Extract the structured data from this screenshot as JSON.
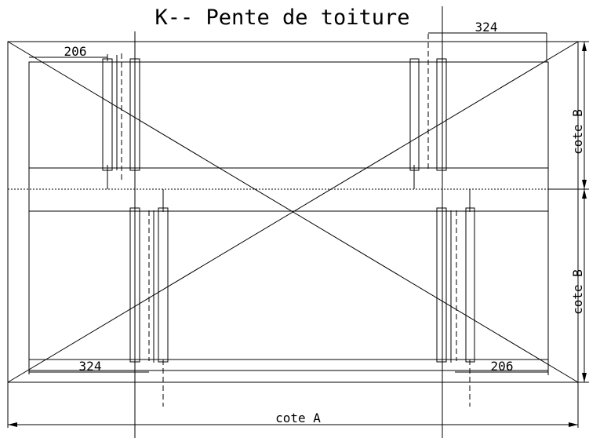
{
  "drawing": {
    "title": "K-- Pente de toiture",
    "dim_top_left": "206",
    "dim_top_right": "324",
    "dim_bottom_left": "324",
    "dim_bottom_right": "206",
    "dim_cote_a": "cote A",
    "dim_cote_b_upper": "cote B",
    "dim_cote_b_lower": "cote B"
  }
}
